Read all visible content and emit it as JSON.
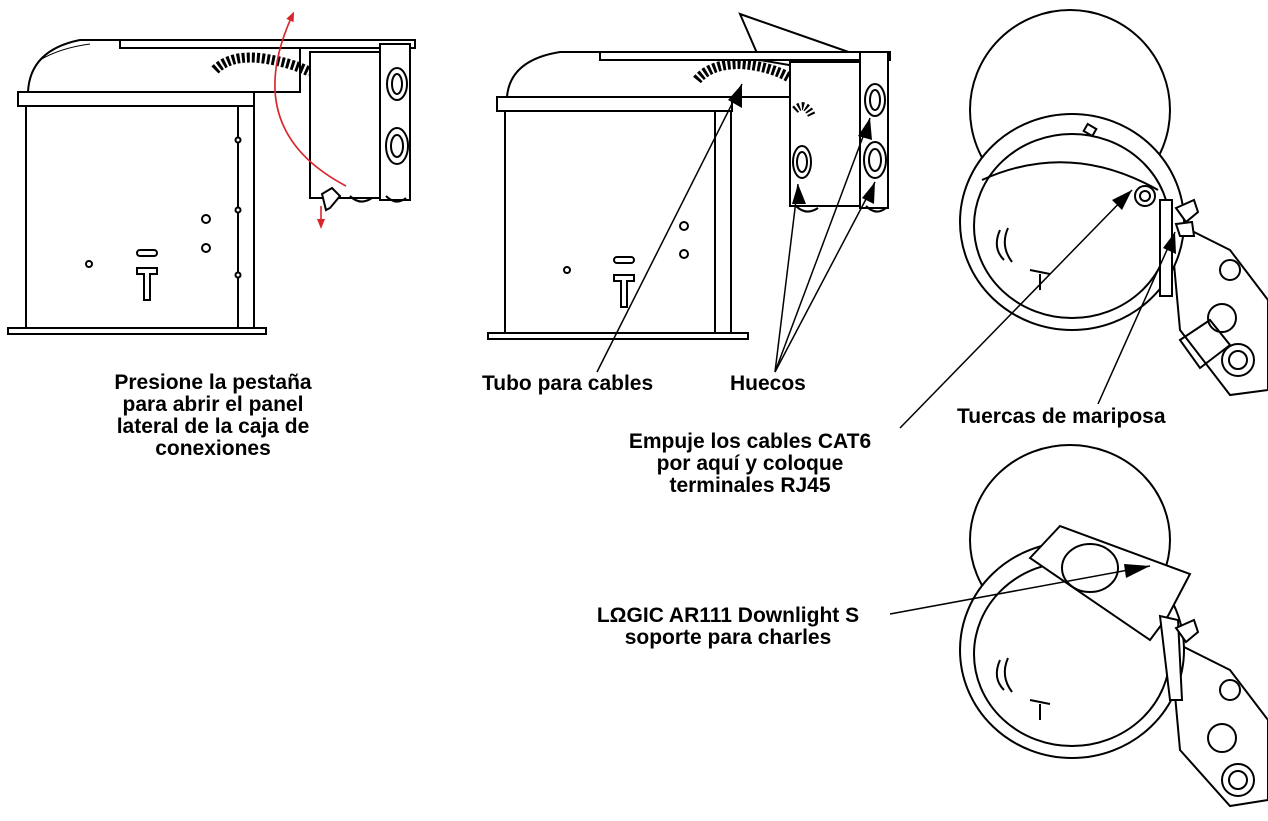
{
  "labels": {
    "press_tab": [
      "Presione la pestaña",
      "para abrir el panel",
      "lateral de la caja de",
      "conexiones"
    ],
    "cable_tube": "Tubo para cables",
    "holes": "Huecos",
    "push_cables": [
      "Empuje los cables CAT6",
      "por aquí y coloque",
      "terminales RJ45"
    ],
    "wing_nuts": "Tuercas de mariposa",
    "bracket": [
      "LΩGIC AR111 Downlight S",
      "soporte para charles"
    ]
  },
  "colors": {
    "line": "#000000",
    "arrow_red": "#d9262b",
    "background": "#ffffff"
  }
}
